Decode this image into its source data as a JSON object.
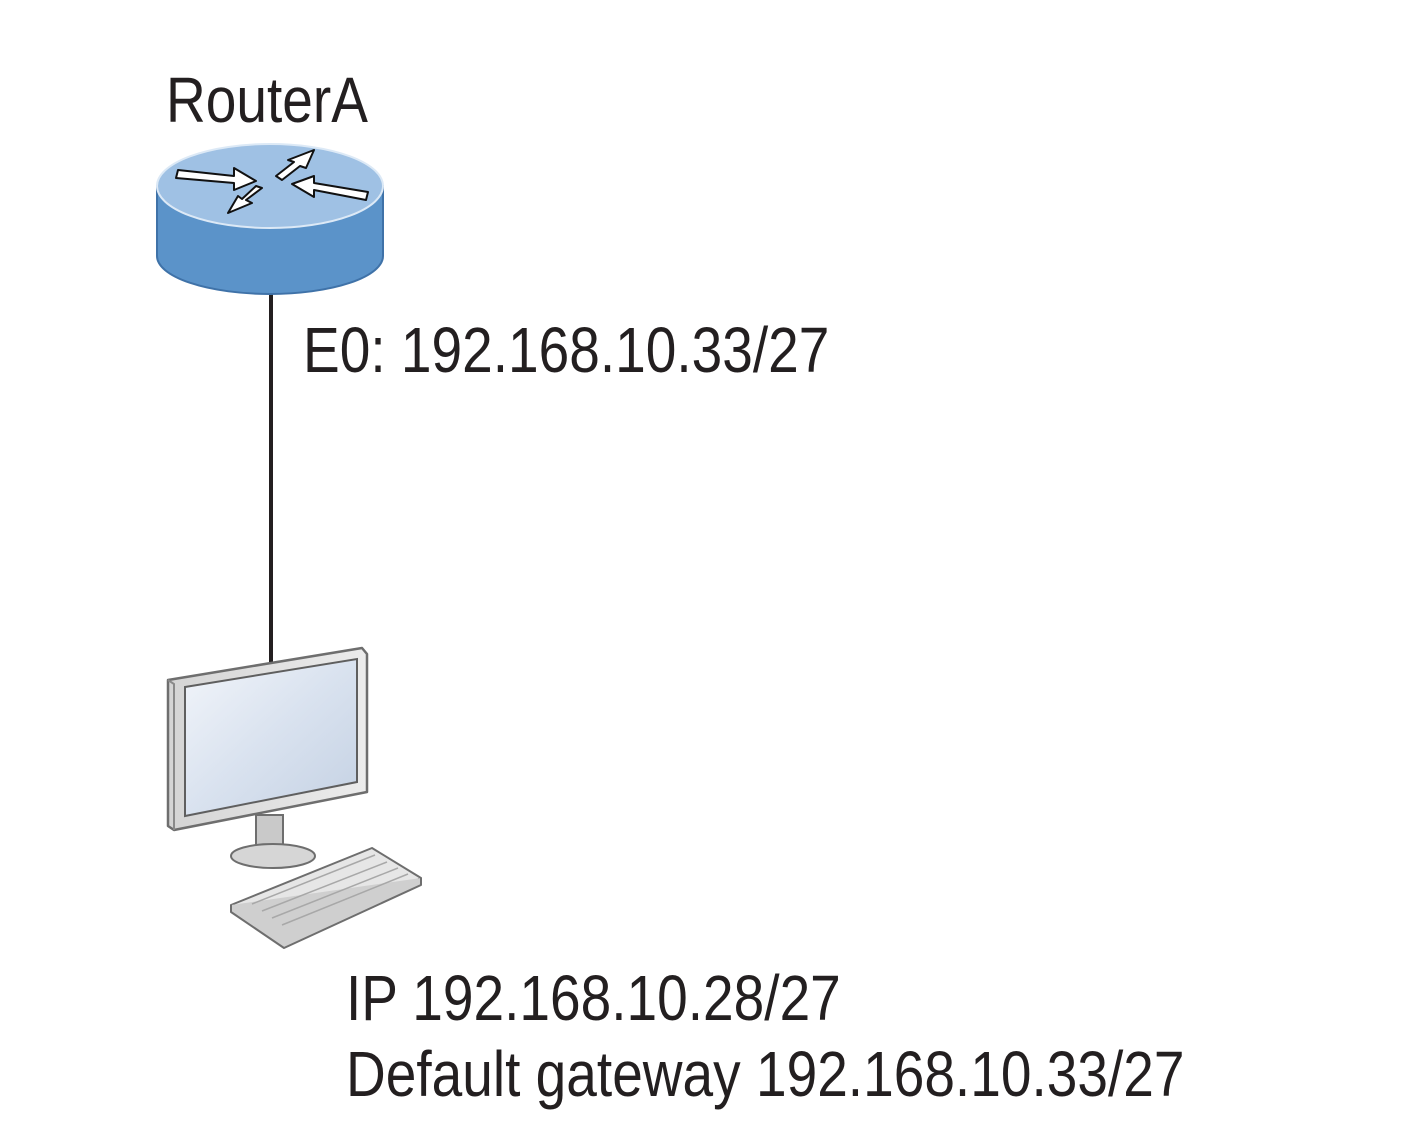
{
  "router": {
    "name": "RouterA",
    "interface_label": "E0: 192.168.10.33/27",
    "body_color": "#5b93c9",
    "top_color": "#9fc1e4"
  },
  "host": {
    "ip_label": "IP 192.168.10.28/27",
    "gateway_label": "Default gateway 192.168.10.33/27"
  },
  "connection": {
    "color": "#231f20"
  }
}
